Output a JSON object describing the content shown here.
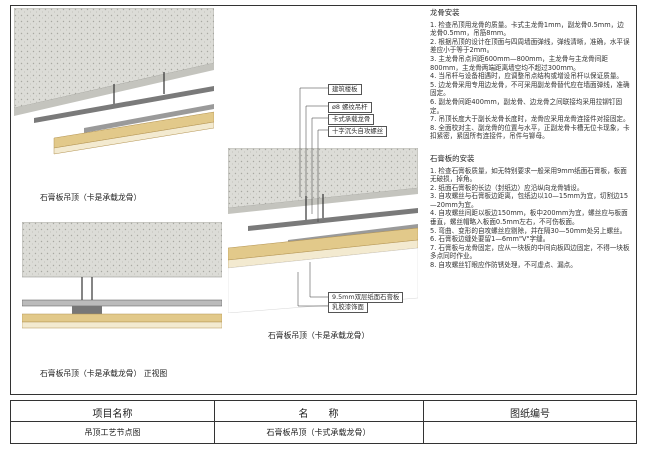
{
  "sheet": {
    "notes_keel": {
      "heading": "龙骨安装",
      "items": [
        "1. 检查吊顶用龙骨的质量。卡式主龙骨1mm，副龙骨0.5mm，边龙骨0.5mm，吊筋8mm。",
        "2. 根据吊顶的设计在顶面与四周墙面弹线，弹线清晰，准确，水平误差应小于等于2mm。",
        "3. 主龙骨吊点间距600mm—800mm，主龙骨与主龙骨间距800mm，主龙骨两端距离墙空均不超过300mm。",
        "4. 当吊杆与设备相遇时，应调整吊点结构或增设吊杆以保证质量。",
        "5. 边龙骨采用专用边龙骨，不可采用副龙骨替代应在墙面弹线，准确固定。",
        "6. 副龙骨间距400mm，副龙骨、边龙骨之间联接均采用拉铆钉固定。",
        "7. 吊顶长度大于副长龙骨长度时，龙骨应采用龙骨连接件对接固定。",
        "8. 全面校对主、副龙骨的位置与水平，正副龙骨卡槽无位卡现象，卡扣紧密，紧固所有连接件，吊件与铆母。"
      ]
    },
    "notes_board": {
      "heading": "石膏板的安装",
      "items": [
        "1. 检查石膏板质量，如无特别要求一般采用9mm纸面石膏板，板面无破损，掉角。",
        "2. 纸面石膏板的长边（封纸边）应沿纵向龙骨铺设。",
        "3. 自攻螺丝与石膏板边距离，包纸边以10—15mm为宜，切割边15—20mm为宜。",
        "4. 自攻螺丝间距以板边150mm，板中200mm为宜，螺丝应与板面垂直，螺丝帽略入板面0.5mm左右，不可伤板面。",
        "5. 弯曲、变形的自攻螺丝应剔除，并在隔30—50mm处另上螺丝。",
        "6. 石膏板边缝处要留1—6mm\"V\"字缝。",
        "7. 石膏板与龙骨固定，应从一块板的中间向板四边固定，不得一块板多点同时作业。",
        "8. 自攻螺丝钉眼应作防锈处理，不可虚点、漏点。"
      ]
    },
    "captions": {
      "top_left": "石膏板吊顶（卡是承载龙骨）",
      "bottom_left": "石膏板吊顶（卡是承载龙骨）   正视图",
      "center": "石膏板吊顶（卡是承载龙骨）"
    },
    "labels": {
      "building_slab": "建筑楼板",
      "rod": "ø8 螺纹吊杆",
      "main_keel": "卡式承载龙骨",
      "screw": "十字沉头自攻螺丝",
      "board": "9.5mm双层纸面石膏板",
      "finish": "乳胶漆饰面"
    },
    "title_block": {
      "headers": [
        "项目名称",
        "名　　称",
        "图纸编号"
      ],
      "values": [
        "吊顶工艺节点图",
        "石膏板吊顶（卡式承载龙骨）",
        ""
      ]
    }
  },
  "colors": {
    "concrete": "#d9d9d4",
    "concrete_edge": "#9a9a94",
    "wood": "#e2c98a",
    "board": "#f3ead0",
    "metal": "#6f6f6f",
    "line": "#333333"
  }
}
